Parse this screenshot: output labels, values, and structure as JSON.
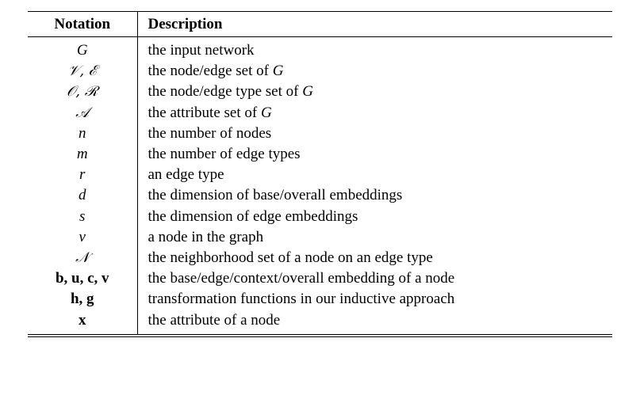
{
  "table": {
    "headers": {
      "notation": "Notation",
      "description": "Description"
    },
    "rows": [
      {
        "notation": "G",
        "description": "the input network",
        "style": "italic"
      },
      {
        "notation": "𝒱, ℰ",
        "description": "the node/edge set of G",
        "style": "script"
      },
      {
        "notation": "𝒪, ℛ",
        "description": "the node/edge type set of G",
        "style": "script"
      },
      {
        "notation": "𝒜",
        "description": "the attribute set of G",
        "style": "script"
      },
      {
        "notation": "n",
        "description": "the number of nodes",
        "style": "italic"
      },
      {
        "notation": "m",
        "description": "the number of edge types",
        "style": "italic"
      },
      {
        "notation": "r",
        "description": "an edge type",
        "style": "italic"
      },
      {
        "notation": "d",
        "description": "the dimension of base/overall embeddings",
        "style": "italic"
      },
      {
        "notation": "s",
        "description": "the dimension of edge embeddings",
        "style": "italic"
      },
      {
        "notation": "v",
        "description": "a node in the graph",
        "style": "italic"
      },
      {
        "notation": "𝒩",
        "description": "the neighborhood set of a node on an edge type",
        "style": "script"
      },
      {
        "notation": "b, u, c, v",
        "description": "the base/edge/context/overall embedding of a node",
        "style": "bold"
      },
      {
        "notation": "h, g",
        "description": "transformation functions in our inductive approach",
        "style": "bold"
      },
      {
        "notation": "x",
        "description": "the attribute of a node",
        "style": "bold"
      }
    ]
  }
}
